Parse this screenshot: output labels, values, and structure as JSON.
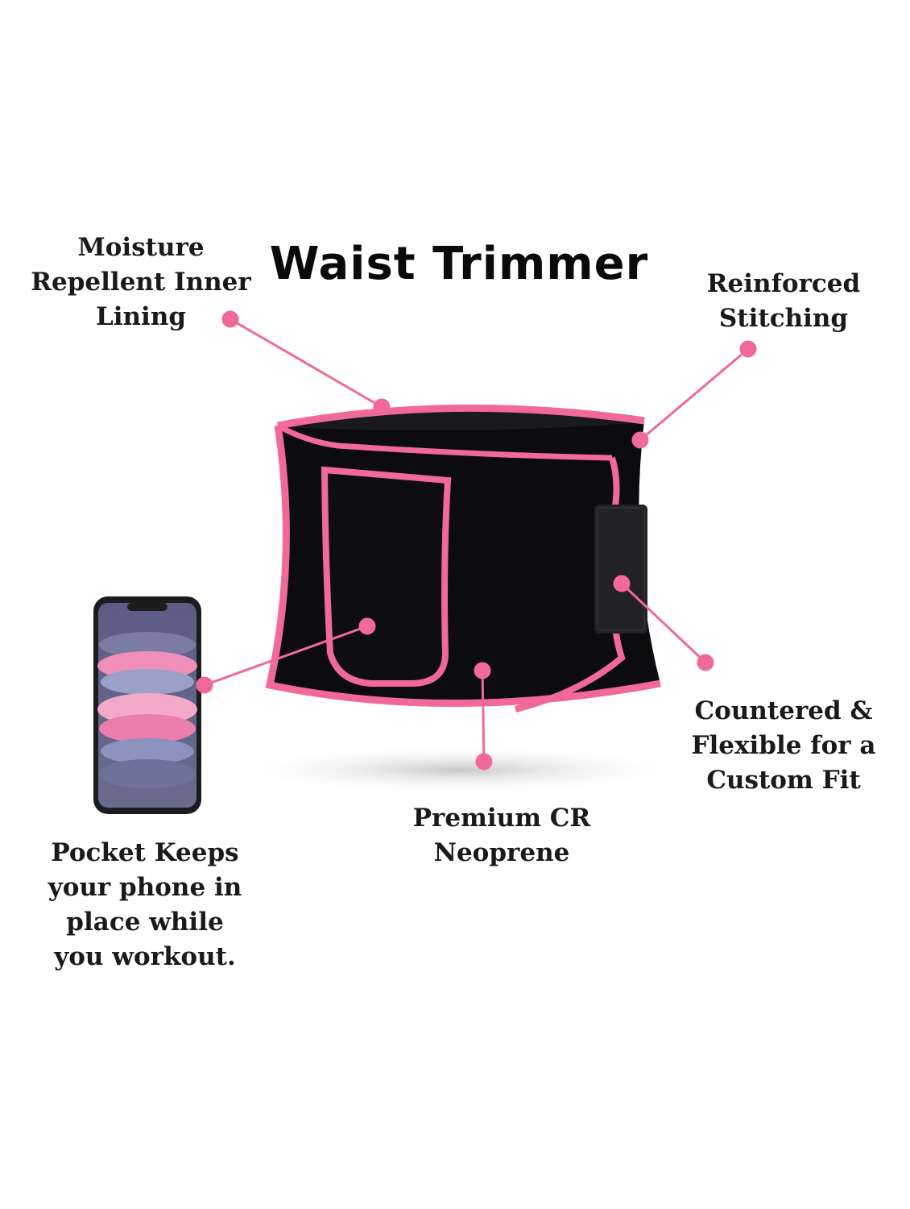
{
  "title": "Waist Trimmer",
  "accent_color": "#f0699a",
  "features": [
    {
      "id": "moisture",
      "lines": [
        "Moisture",
        "Repellent Inner",
        "Lining"
      ]
    },
    {
      "id": "stitching",
      "lines": [
        "Reinforced",
        "Stitching"
      ]
    },
    {
      "id": "contour",
      "lines": [
        "Countered &",
        "Flexible for a",
        "Custom Fit"
      ]
    },
    {
      "id": "neoprene",
      "lines": [
        "Premium CR",
        "Neoprene"
      ]
    },
    {
      "id": "pocket",
      "lines": [
        "Pocket Keeps",
        "your phone in",
        "place while",
        "you workout."
      ]
    }
  ],
  "illustrations": [
    "waist-trimmer-belt",
    "smartphone"
  ]
}
